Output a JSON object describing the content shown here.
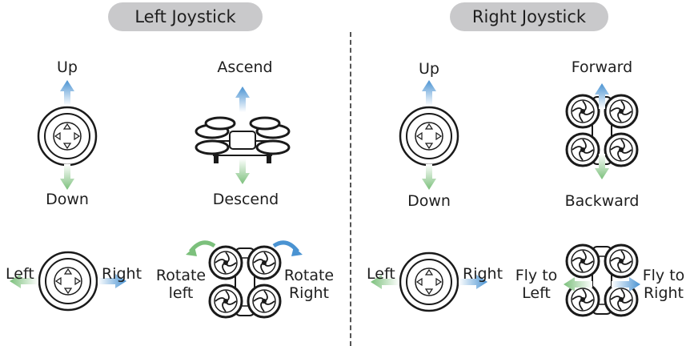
{
  "colors": {
    "up_arrow": "#5aa0d6",
    "down_arrow": "#8cc98c",
    "pill_background": "#c9c9cb"
  },
  "left_joystick": {
    "title": "Left Joystick",
    "throttle": {
      "stick_up": "Up",
      "stick_down": "Down",
      "drone_up": "Ascend",
      "drone_down": "Descend"
    },
    "yaw": {
      "stick_left": "Left",
      "stick_right": "Right",
      "rotate_left": [
        "Rotate",
        "left"
      ],
      "rotate_right": [
        "Rotate",
        "Right"
      ]
    }
  },
  "right_joystick": {
    "title": "Right Joystick",
    "pitch": {
      "stick_up": "Up",
      "stick_down": "Down",
      "drone_up": "Forward",
      "drone_down": "Backward"
    },
    "roll": {
      "stick_left": "Left",
      "stick_right": "Right",
      "fly_left": [
        "Fly to",
        "Left"
      ],
      "fly_right": [
        "Fly to",
        "Right"
      ]
    }
  }
}
